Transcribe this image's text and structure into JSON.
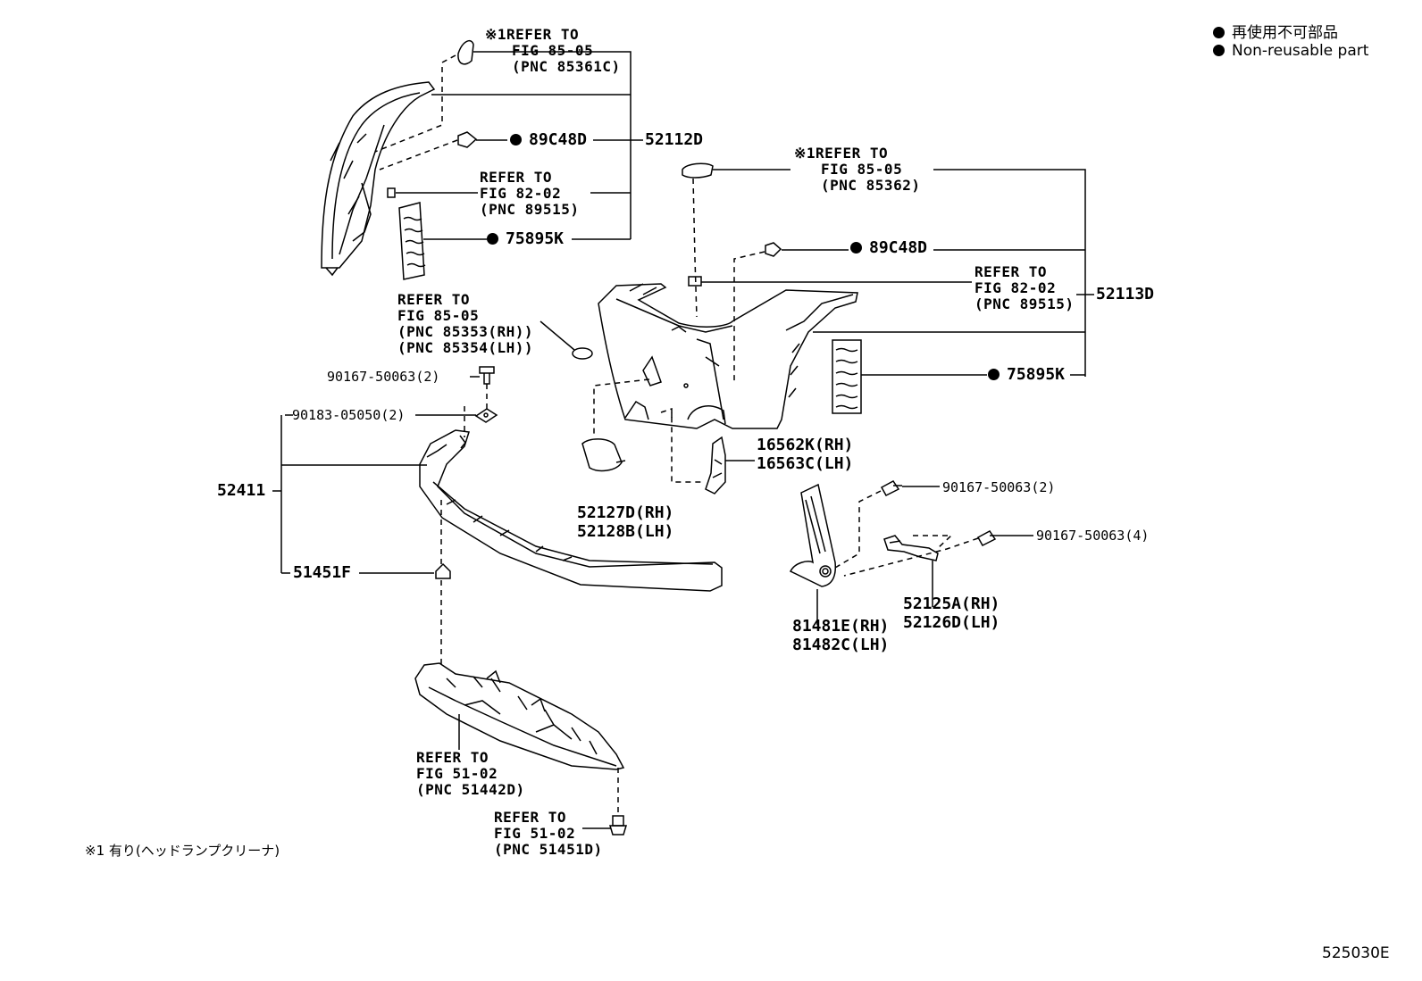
{
  "legend": {
    "symbol": "●",
    "jp": "再使用不可部品",
    "en": "Non-reusable part"
  },
  "footnote": "※1 有り(ヘッドランプクリーナ)",
  "figure_id": "525030E",
  "refs": {
    "r1": {
      "l1": "※1REFER TO",
      "l2": "FIG 85-05",
      "l3": "(PNC 85361C)"
    },
    "r2": {
      "l1": "REFER TO",
      "l2": "FIG 82-02",
      "l3": "(PNC 89515)"
    },
    "r3": {
      "l1": "※1REFER TO",
      "l2": "FIG 85-05",
      "l3": "(PNC 85362)"
    },
    "r4": {
      "l1": "REFER TO",
      "l2": "FIG 82-02",
      "l3": "(PNC 89515)"
    },
    "r5": {
      "l1": "REFER TO",
      "l2": "FIG 85-05",
      "l3": "(PNC 85353(RH))",
      "l4": "(PNC 85354(LH))"
    },
    "r6": {
      "l1": "REFER TO",
      "l2": "FIG 51-02",
      "l3": "(PNC 51442D)"
    },
    "r7": {
      "l1": "REFER TO",
      "l2": "FIG 51-02",
      "l3": "(PNC 51451D)"
    }
  },
  "parts": {
    "p52112D": "52112D",
    "p89C48D_a": "89C48D",
    "p75895K_a": "75895K",
    "p89C48D_b": "89C48D",
    "p52113D": "52113D",
    "p75895K_b": "75895K",
    "p90167_a": "90167-50063(2)",
    "p90183": "90183-05050(2)",
    "p52411": "52411",
    "p51451F": "51451F",
    "p16562K": "16562K(RH)",
    "p16563C": "16563C(LH)",
    "p52127D": "52127D(RH)",
    "p52128B": "52128B(LH)",
    "p90167_b": "90167-50063(2)",
    "p90167_c": "90167-50063(4)",
    "p52125A": "52125A(RH)",
    "p52126D": "52126D(LH)",
    "p81481E": "81481E(RH)",
    "p81482C": "81482C(LH)"
  }
}
